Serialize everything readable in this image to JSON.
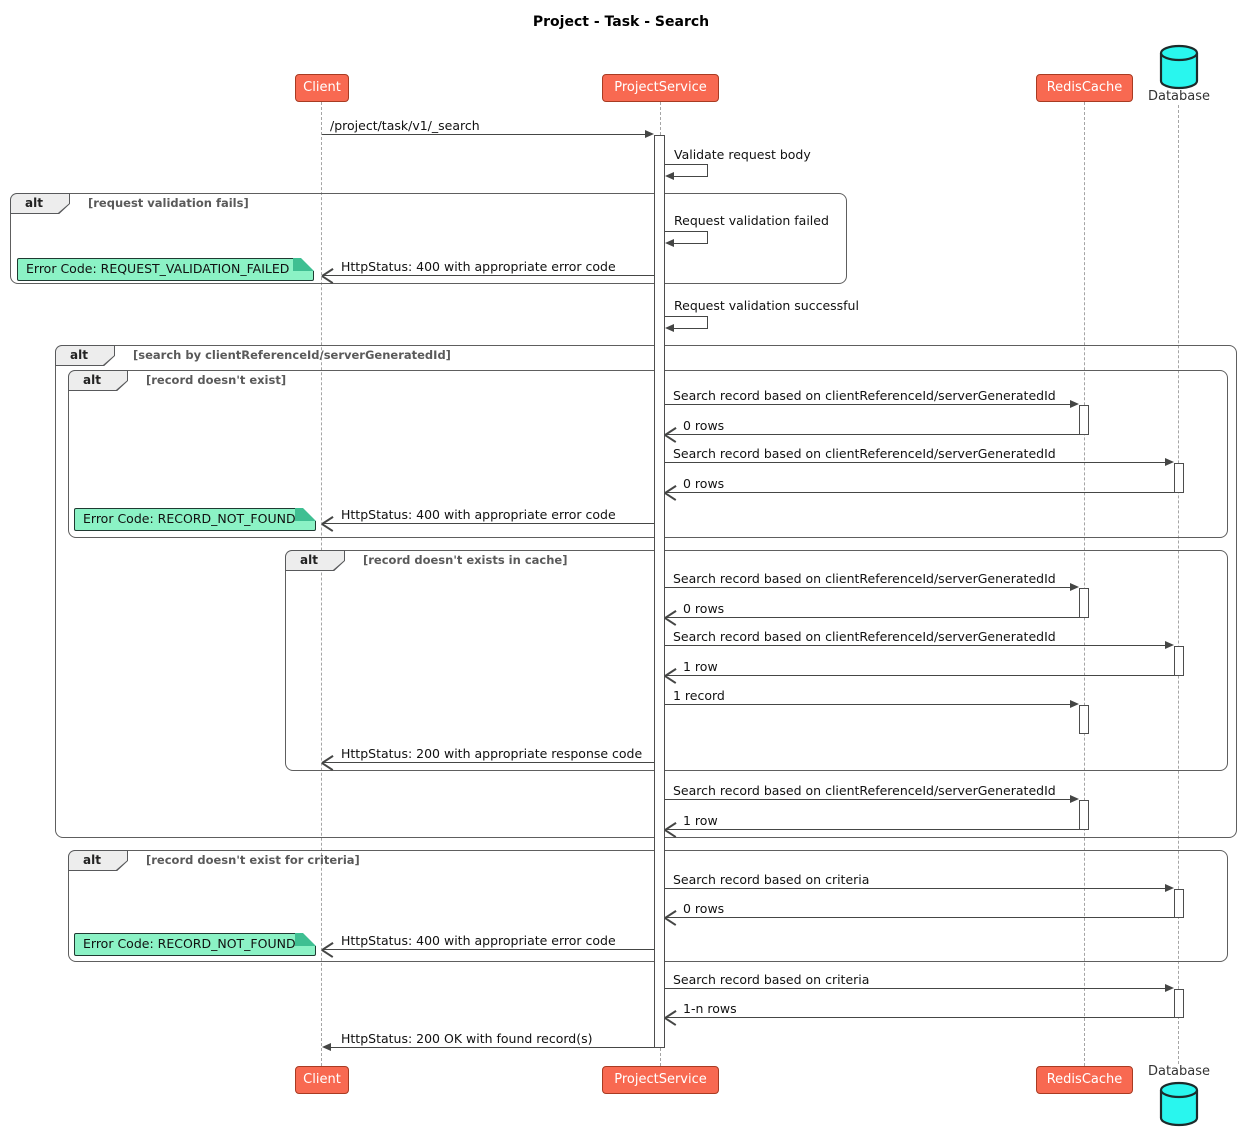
{
  "title": "Project - Task - Search",
  "participants": {
    "client": {
      "label": "Client"
    },
    "project_service": {
      "label": "ProjectService"
    },
    "redis_cache": {
      "label": "RedisCache"
    },
    "database": {
      "label": "Database"
    }
  },
  "colors": {
    "participant_fill": "#F86951",
    "participant_border": "#A83B22",
    "participant_text": "#FFFFFF",
    "note_fill": "#8BF2C5",
    "database_cylinder_fill": "#29F6EE",
    "frame_border": "#5E5E5E",
    "arrow": "#454645",
    "guard_text": "#5A5A5A"
  },
  "frames": {
    "f1": {
      "operator": "alt",
      "guard": "[request validation fails]"
    },
    "f2": {
      "operator": "alt",
      "guard": "[search by clientReferenceId/serverGeneratedId]"
    },
    "f3": {
      "operator": "alt",
      "guard": "[record doesn't exist]"
    },
    "f4": {
      "operator": "alt",
      "guard": "[record doesn't exists in cache]"
    },
    "f5": {
      "operator": "alt",
      "guard": "[record doesn't exist for criteria]"
    }
  },
  "notes": {
    "n1": "Error Code: REQUEST_VALIDATION_FAILED",
    "n2": "Error Code: RECORD_NOT_FOUND",
    "n3": "Error Code: RECORD_NOT_FOUND"
  },
  "messages": {
    "m1": "/project/task/v1/_search",
    "m2": "Validate request body",
    "m3": "Request validation failed",
    "m4": "HttpStatus: 400 with appropriate error code",
    "m5": "Request validation successful",
    "m6": "Search record based on clientReferenceId/serverGeneratedId",
    "m7": "0 rows",
    "m8": "Search record based on clientReferenceId/serverGeneratedId",
    "m9": "0 rows",
    "m10": "HttpStatus: 400 with appropriate error code",
    "m11": "Search record based on clientReferenceId/serverGeneratedId",
    "m12": "0 rows",
    "m13": "Search record based on clientReferenceId/serverGeneratedId",
    "m14": "1 row",
    "m15": "1 record",
    "m16": "HttpStatus: 200 with appropriate response code",
    "m17": "Search record based on clientReferenceId/serverGeneratedId",
    "m18": "1 row",
    "m19": "Search record based on criteria",
    "m20": "0 rows",
    "m21": "HttpStatus: 400 with appropriate error code",
    "m22": "Search record based on criteria",
    "m23": "1-n rows",
    "m24": "HttpStatus: 200 OK with found record(s)"
  }
}
